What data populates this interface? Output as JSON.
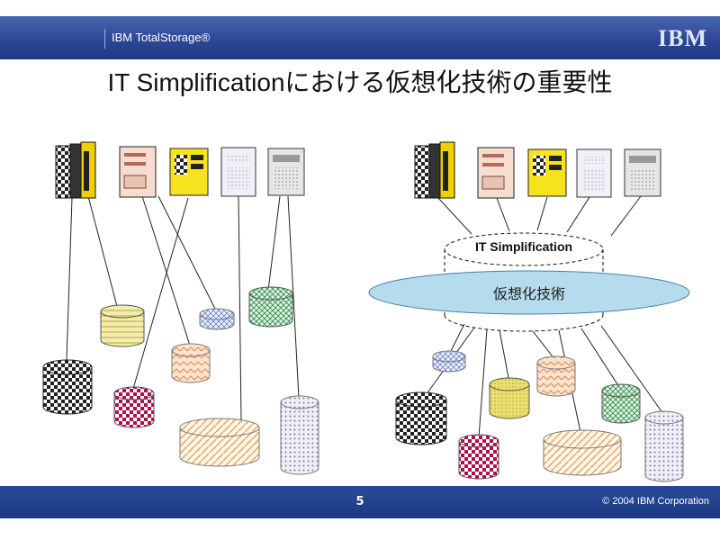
{
  "header": {
    "product": "IBM TotalStorage®",
    "logo": "IBM"
  },
  "slide": {
    "title": "IT  Simplificationにおける仮想化技術の重要性"
  },
  "right_diagram": {
    "layer_top_label": "IT  Simplification",
    "layer_bottom_label": "仮想化技術"
  },
  "footer": {
    "page_number": "5",
    "copyright": "© 2004 IBM Corporation"
  },
  "colors": {
    "header_blue": "#2c4794",
    "virtualization_fill": "#b5dcec"
  }
}
